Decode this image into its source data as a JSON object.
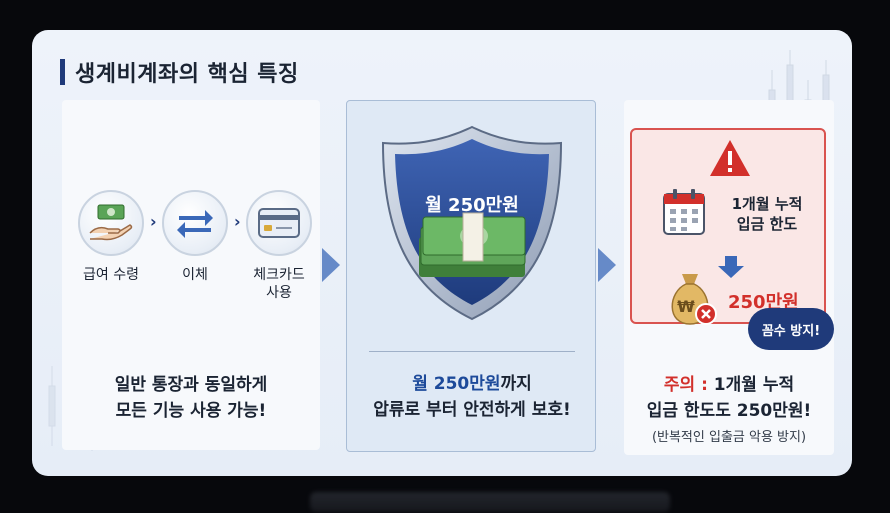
{
  "title": "생계비계좌의 핵심 특징",
  "left": {
    "steps": [
      {
        "label": "급여 수령",
        "icon": "cash-hand-icon"
      },
      {
        "label": "이체",
        "icon": "transfer-arrows-icon"
      },
      {
        "label": "체크카드\n사용",
        "icon": "card-icon"
      }
    ],
    "caption_line1": "일반 통장과 동일하게",
    "caption_line2": "모든 기능 사용 가능!"
  },
  "middle": {
    "shield_text": "월 250만원",
    "caption_highlight": "월 250만원",
    "caption_rest": "까지",
    "caption_line2": "압류로 부터 안전하게 보호!"
  },
  "right": {
    "limit_line1": "1개월 누적",
    "limit_line2": "입금 한도",
    "amount": "250만원",
    "bubble": "꼼수 방지!",
    "caption_red": "주의 :",
    "caption_rest": " 1개월 누적",
    "caption_line2": "입금 한도도 250만원!",
    "sub": "(반복적인 입출금 악용 방지)"
  },
  "colors": {
    "navy": "#1f3a7a",
    "red": "#d2302b",
    "shield_blue": "#2f4f9a",
    "money_green": "#4f9a4a"
  }
}
